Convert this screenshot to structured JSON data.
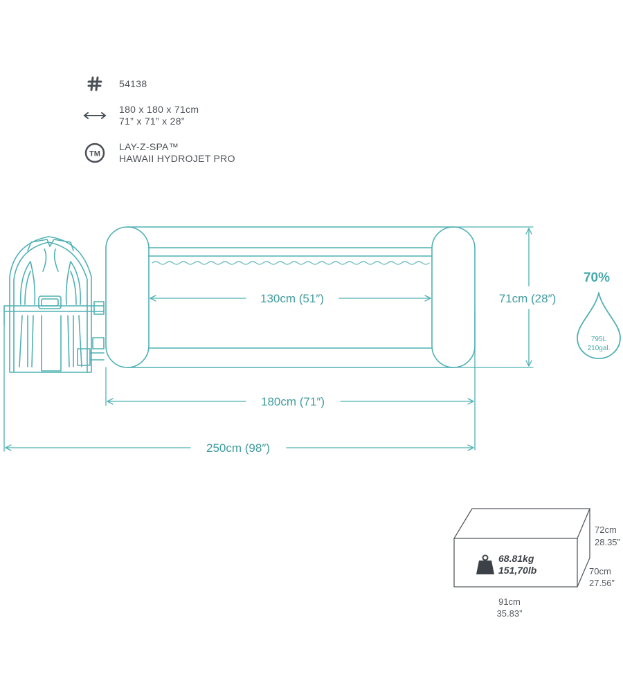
{
  "specs": {
    "model_number": "54138",
    "size_metric": "180 x 180 x 71cm",
    "size_imperial": "71” x 71” x 28”",
    "brand": "LAY-Z-SPA™",
    "product_name": "HAWAII HYDROJET PRO",
    "icons": [
      "hash-icon",
      "double-arrow-icon",
      "trademark-icon"
    ]
  },
  "dimensions": {
    "inner_width": "130cm (51″)",
    "height": "71cm (28″)",
    "outer_width": "180cm (71″)",
    "total_width": "250cm (98″)"
  },
  "water": {
    "fill_percent": "70%",
    "liters": "795L",
    "gallons": "210gal."
  },
  "package": {
    "height_metric": "72cm",
    "height_imperial": "28.35”",
    "depth_metric": "70cm",
    "depth_imperial": "27.56”",
    "width_metric": "91cm",
    "width_imperial": "35.83”",
    "weight_kg": "68.81kg",
    "weight_lb": "151,70lb"
  },
  "colors": {
    "line": "#4fb0b3",
    "text_teal": "#3f9b9e",
    "text_grey": "#4b5056"
  }
}
